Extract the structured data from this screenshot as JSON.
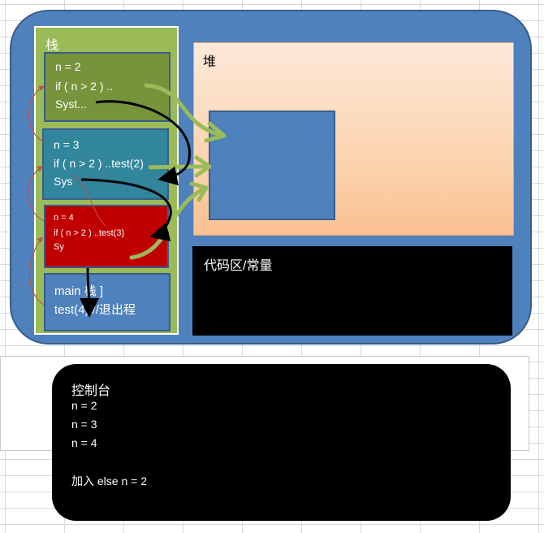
{
  "stack": {
    "title": "栈",
    "frames": [
      {
        "lines": [
          "n  = 2",
          "if ( n > 2 ) ..",
          "Syst..."
        ]
      },
      {
        "lines": [
          "n  = 3",
          "if ( n > 2 ) ..test(2)",
          "Sys"
        ]
      },
      {
        "lines": [
          "n  = 4",
          "if ( n > 2 ) ..test(3)",
          "Sy"
        ]
      },
      {
        "lines": [
          "main   栈 ]",
          "test(4)  //退出程"
        ]
      }
    ]
  },
  "heap": {
    "title": "堆"
  },
  "code_area": {
    "title": "代码区/常量"
  },
  "console": {
    "title": "控制台",
    "lines": [
      "n = 2",
      "n = 3",
      "n = 4"
    ],
    "note": "加入 else   n = 2"
  },
  "colors": {
    "outer": "#4f81bd",
    "stack_panel": "#9bbb59",
    "frame_1": "#77933c",
    "frame_2": "#31859c",
    "frame_3": "#c00000",
    "frame_4": "#4f81bd",
    "heap": "#fbd4b4",
    "arrow_green": "#9bbb59"
  }
}
